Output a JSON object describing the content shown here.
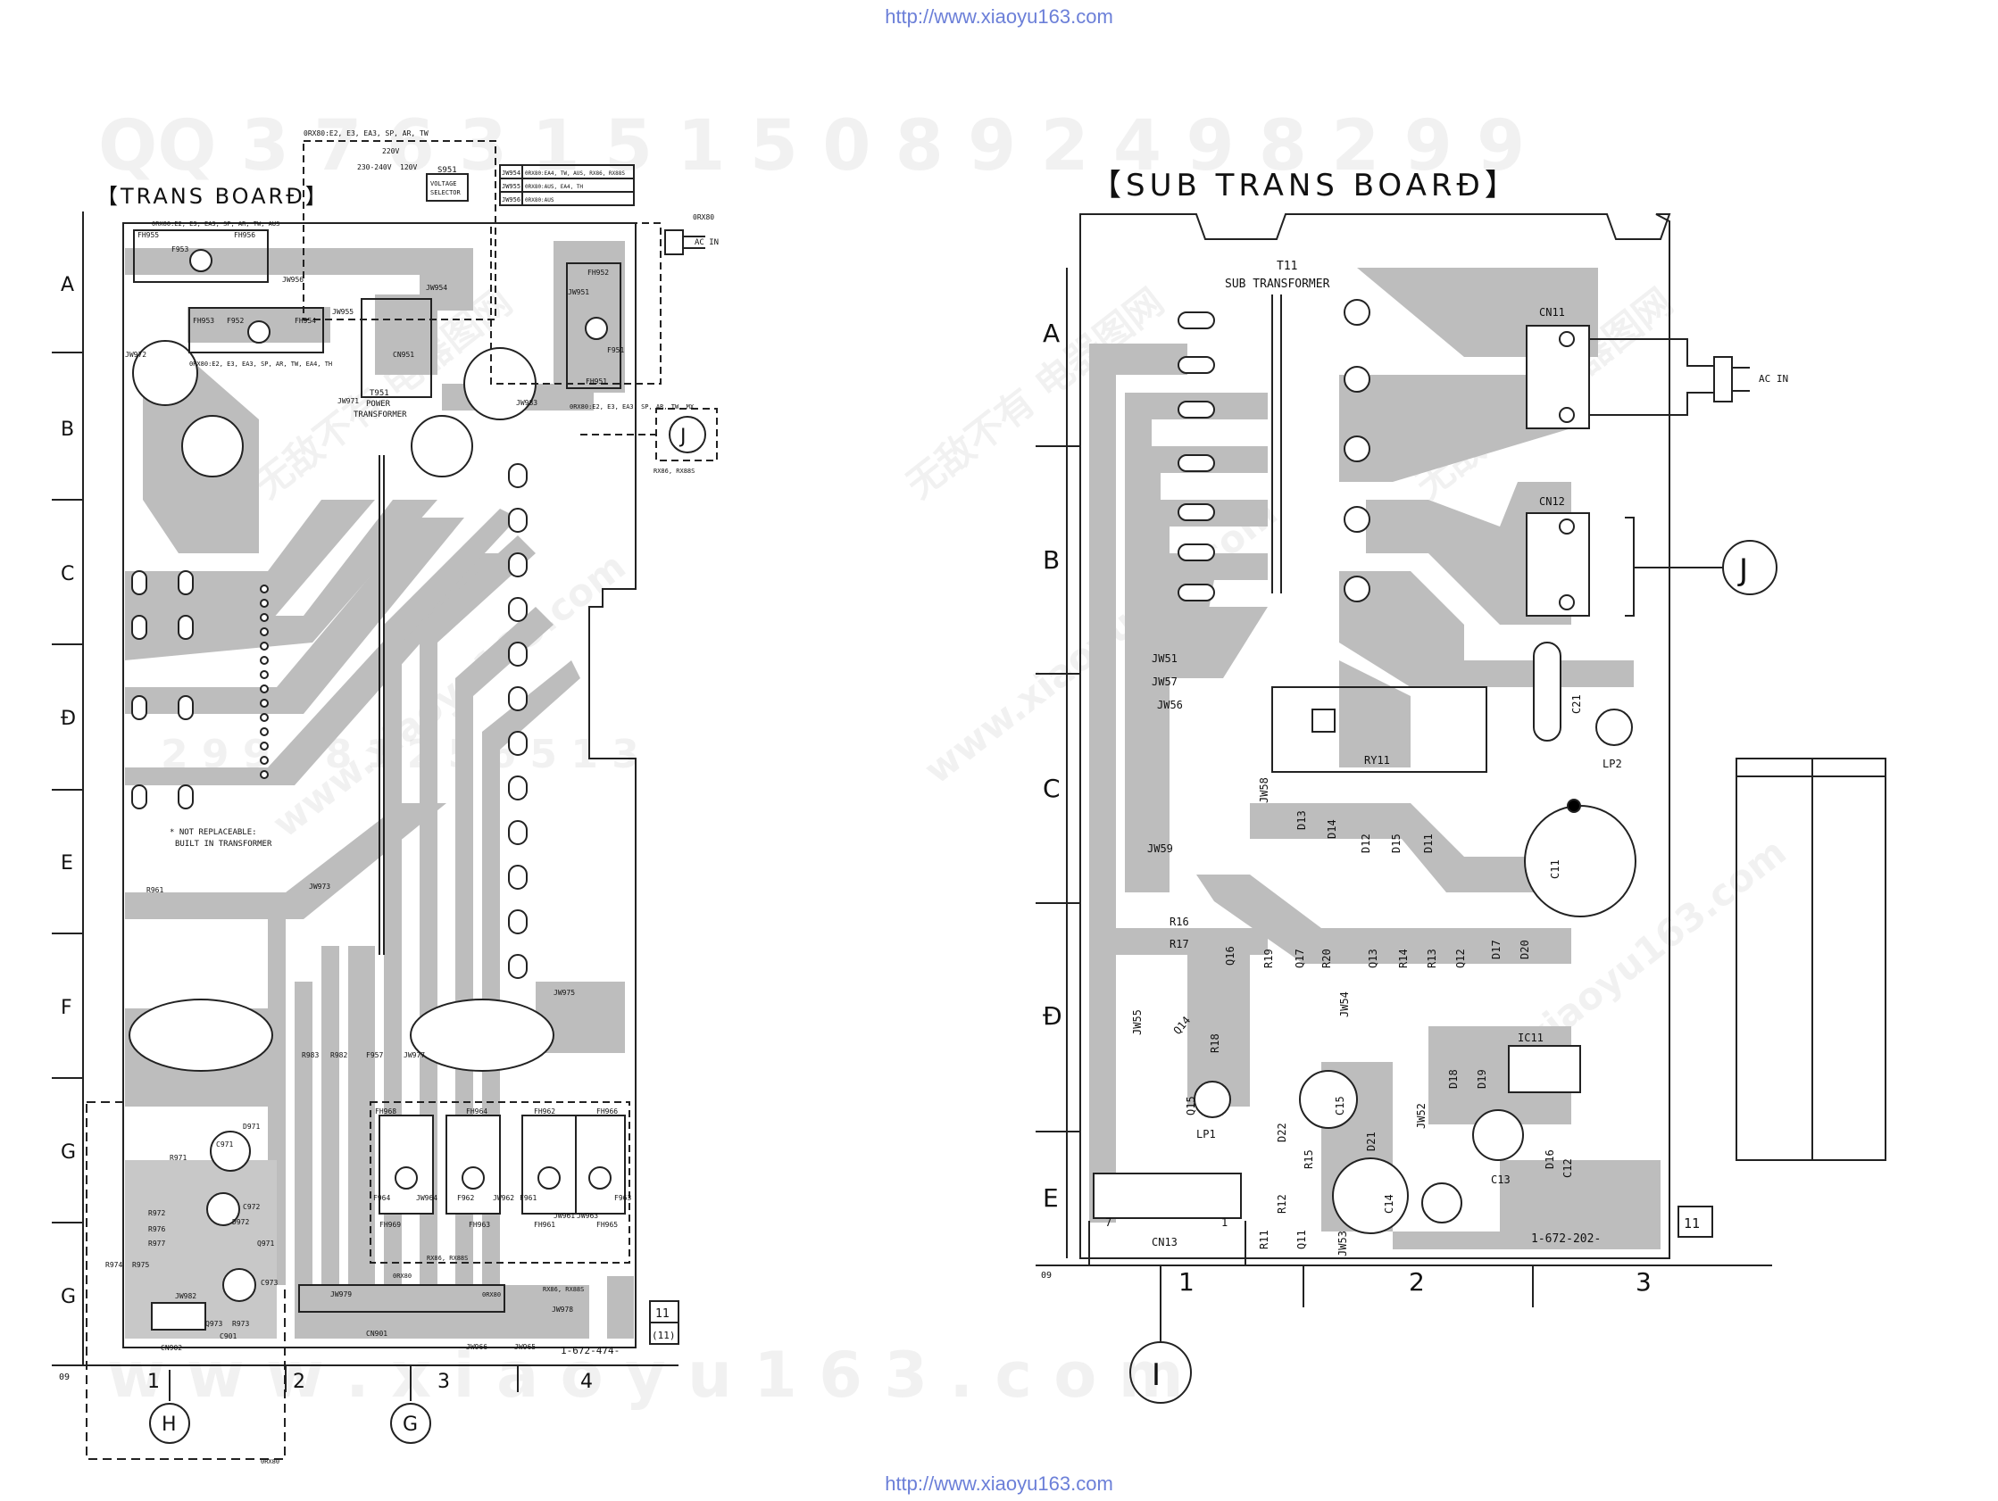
{
  "header": {
    "url": "http://www.xiaoyu163.com"
  },
  "footer": {
    "url": "http://www.xiaoyu163.com"
  },
  "watermarks": {
    "top_number": "QQ 3 7 6 3 1 5 1 5 0   8 9 2 4 9 8 2 9 9",
    "bottom_domain": "w w w . x i a o y u 1 6 3 . c o m",
    "mid_left": "2 9 9 4 8 1 2 5 6 5 1 3",
    "diagonal_chinese": "无敌不有 电器图网",
    "diagonal_domain": "www.xiaoyu163.com"
  },
  "trans_board": {
    "title": "【TRANS BOARĐ】",
    "rows": [
      "A",
      "B",
      "C",
      "Đ",
      "E",
      "F",
      "G",
      "G"
    ],
    "columns": [
      "1",
      "2",
      "3",
      "4"
    ],
    "side_mark": "09",
    "model_note_top": "0RX80:E2, E3, EA3, SP, AR, TW",
    "voltage": {
      "v220": "220V",
      "v230": "230-240V",
      "v120": "120V"
    },
    "s951": {
      "ref": "S951",
      "desc1": "VOLTAGE",
      "desc2": "SELECTOR"
    },
    "jumper_table": [
      {
        "ref": "JW954",
        "note": "0RX80:EA4, TW, AUS, RX86, RX88S"
      },
      {
        "ref": "JW955",
        "note": "0RX80:AUS, EA4, TH"
      },
      {
        "ref": "JW956",
        "note": "0RX80:AUS"
      }
    ],
    "fuse_note1": "0RX80:E2, E3, EA3, SP, AR, TW, AUS",
    "fuse_note2": "0RX80:E2, E3, EA3, SP, AR, TW, EA4, TH",
    "fuse_note3": "0RX80:E2, E3, EA3, SP, AR, TW, MX",
    "rx86_note": "RX86, RX88S",
    "rx_note": "RX86, RX88S",
    "gr_note": "0RX80",
    "ac_in": "AC IN",
    "ac_model": "0RX80",
    "t951": {
      "ref": "T951",
      "line1": "POWER",
      "line2": "TRANSFORMER"
    },
    "not_replaceable": {
      "line1": "* NOT REPLACEABLE:",
      "line2": "BUILT IN TRANSFORMER"
    },
    "part_number": "1-672-474-",
    "board_num": "11",
    "board_num_alt": "(11)",
    "refs": {
      "fh955": "FH955",
      "f953": "F953",
      "fh956": "FH956",
      "fh953": "FH953",
      "f952_top": "F952",
      "fh954": "FH954",
      "jw956": "JW956",
      "jw955": "JW955",
      "jw954": "JW954",
      "jw951": "JW951",
      "cn951": "CN951",
      "fh952": "FH952",
      "f951": "F951",
      "fh951": "FH951",
      "jw972": "JW972",
      "jw971": "JW971",
      "jw983": "JW983",
      "r961": "R961",
      "jw973": "JW973",
      "jw975": "JW975",
      "jw977": "JW977",
      "r983": "R983",
      "r982": "R982",
      "f957": "F957",
      "fh968": "FH968",
      "fh964": "FH964",
      "fh962": "FH962",
      "fh966": "FH966",
      "fh969": "FH969",
      "fh963": "FH963",
      "fh961": "FH961",
      "fh965": "FH965",
      "f964": "F964",
      "jw964": "JW964",
      "f962": "F962",
      "jw962": "JW962",
      "f961": "F961",
      "jw961": "JW961",
      "jw963": "JW963",
      "f963": "F963",
      "d971": "D971",
      "c971": "C971",
      "r971": "R971",
      "c972": "C972",
      "d972": "D972",
      "r972": "R972",
      "r976": "R976",
      "r977": "R977",
      "q971": "Q971",
      "c973": "C973",
      "r974": "R974",
      "r975": "R975",
      "jw982": "JW982",
      "c901": "C901",
      "q973": "Q973",
      "r973": "R973",
      "cn902": "CN902",
      "cn901": "CN901",
      "jw979": "JW979",
      "jw978": "JW978",
      "jw966": "JW966",
      "jw965": "JW965"
    },
    "connectors": {
      "h": "H",
      "g": "G",
      "j": "J"
    }
  },
  "sub_trans_board": {
    "title": "【SUB TRANS BOARĐ】",
    "rows": [
      "A",
      "B",
      "C",
      "Đ",
      "E"
    ],
    "columns": [
      "1",
      "2",
      "3"
    ],
    "side_mark": "09",
    "t11": {
      "ref": "T11",
      "desc": "SUB TRANSFORMER"
    },
    "ac_in": "AC IN",
    "cn11": "CN11",
    "cn12": "CN12",
    "cn13": "CN13",
    "ic11": "IC11",
    "ry11": "RY11",
    "c21": "C21",
    "lp2": "LP2",
    "lp1": "LP1",
    "part_number": "1-672-202-",
    "board_num": "11",
    "refs": {
      "jw51": "JW51",
      "jw57": "JW57",
      "jw56": "JW56",
      "jw58": "JW58",
      "jw59": "JW59",
      "d13": "D13",
      "d14": "D14",
      "d12": "D12",
      "d15": "D15",
      "d11": "D11",
      "c11": "C11",
      "r16": "R16",
      "r17": "R17",
      "q16": "Q16",
      "r19": "R19",
      "q17": "Q17",
      "r20": "R20",
      "q13": "Q13",
      "r14": "R14",
      "r13": "R13",
      "q12": "Q12",
      "d17": "D17",
      "d20": "D20",
      "jw55": "JW55",
      "q14": "Q14",
      "r18": "R18",
      "jw54": "JW54",
      "q15": "Q15",
      "d22": "D22",
      "c15": "C15",
      "d21": "D21",
      "jw52": "JW52",
      "d18": "D18",
      "d19": "D19",
      "c13": "C13",
      "d16": "D16",
      "c12": "C12",
      "r15": "R15",
      "c14": "C14",
      "r12": "R12",
      "r11": "R11",
      "q11": "Q11",
      "jw53": "JW53",
      "cn13_pin7": "7",
      "cn13_pin1": "1"
    },
    "connectors": {
      "i": "I",
      "j": "J"
    }
  }
}
